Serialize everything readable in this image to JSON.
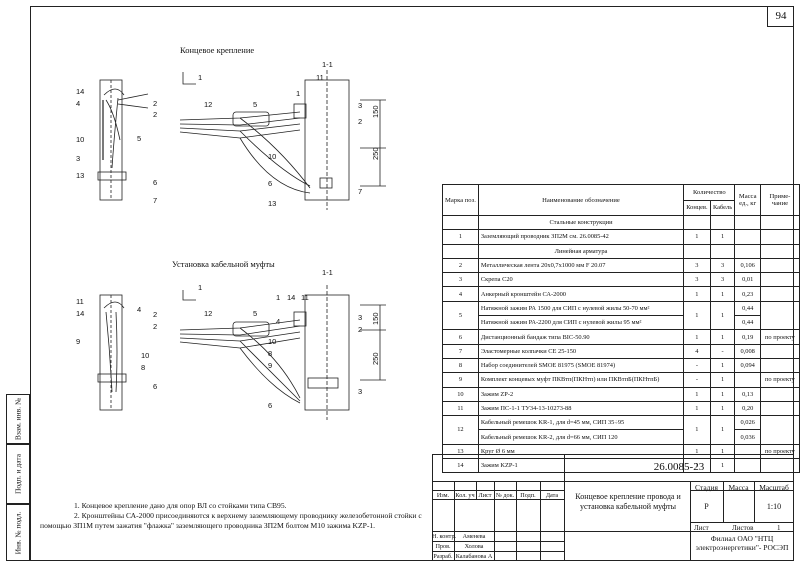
{
  "page": {
    "number": "94"
  },
  "side_stamp": {
    "inv_orig": "Инв. № подл.",
    "sign_date": "Подп. и дата",
    "inv_dup": "Взам. инв. №"
  },
  "sections": {
    "top": "Концевое крепление",
    "bottom": "Установка кабельной муфты"
  },
  "drawing": {
    "cut_label": "1-1",
    "arrow_label": "1",
    "dims": [
      "150",
      "250"
    ],
    "top_left_callouts": [
      "14",
      "4",
      "2",
      "2",
      "5",
      "10",
      "3",
      "13",
      "6",
      "7"
    ],
    "top_right_callouts": [
      "11",
      "1",
      "12",
      "5",
      "3",
      "2",
      "10",
      "6",
      "13",
      "7"
    ],
    "bottom_left_callouts": [
      "11",
      "14",
      "4",
      "2",
      "2",
      "10",
      "8",
      "9",
      "6"
    ],
    "bottom_right_callouts": [
      "1",
      "14",
      "11",
      "12",
      "5",
      "4",
      "3",
      "2",
      "10",
      "8",
      "9",
      "3",
      "6"
    ]
  },
  "spec_table": {
    "headers": {
      "pos": "Марка поз.",
      "name": "Наименование обозначение",
      "qty": "Количество",
      "qty_a": "Концев.",
      "qty_b": "Кабель",
      "mass": "Масса ед., кг",
      "note": "Приме- чание"
    },
    "rows": [
      {
        "type": "section",
        "name": "Стальные конструкции"
      },
      {
        "pos": "1",
        "name": "Заземляющий проводник ЗП2М см. 26.0085-42",
        "a": "1",
        "b": "1",
        "mass": "",
        "note": ""
      },
      {
        "type": "section",
        "name": "Линейная арматура"
      },
      {
        "pos": "2",
        "name": "Металлическая лента 20х0,7х1000 мм F 20.07",
        "a": "3",
        "b": "3",
        "mass": "0,106",
        "note": ""
      },
      {
        "pos": "3",
        "name": "Скрепа С20",
        "a": "3",
        "b": "3",
        "mass": "0,01",
        "note": ""
      },
      {
        "pos": "4",
        "name": "Анкерный кронштейн СА-2000",
        "a": "1",
        "b": "1",
        "mass": "0,23",
        "note": ""
      },
      {
        "pos": "5",
        "name": "Натяжной зажим РА 1500 для СИП с нулевой жилы 50-70 мм²",
        "name2": "Натяжной зажим РА-2200 для СИП с нулевой жилы 95 мм²",
        "a": "1",
        "b": "1",
        "mass": "0,44",
        "mass2": "0,44",
        "note": ""
      },
      {
        "pos": "6",
        "name": "Дистанционный бандаж типа BIC-50.90",
        "a": "1",
        "b": "1",
        "mass": "0,19",
        "note": "по проекту"
      },
      {
        "pos": "7",
        "name": "Эластомерные колпачки CE 25-150",
        "a": "4",
        "b": "-",
        "mass": "0,008",
        "note": ""
      },
      {
        "pos": "8",
        "name": "Набор соединителей SMOE 81975 (SMOE 81974)",
        "a": "-",
        "b": "1",
        "mass": "0,094",
        "note": ""
      },
      {
        "pos": "9",
        "name": "Комплект концевых муфт ПКВтп(ПКНтп) или ПКВтпБ(ПКНтпБ)",
        "a": "-",
        "b": "1",
        "mass": "",
        "note": "по проекту"
      },
      {
        "pos": "10",
        "name": "Зажим ZP-2",
        "a": "1",
        "b": "1",
        "mass": "0,13",
        "note": ""
      },
      {
        "pos": "11",
        "name": "Зажим ПС-1-1 ТУ34-13-10273-88",
        "a": "1",
        "b": "1",
        "mass": "0,20",
        "note": ""
      },
      {
        "pos": "12",
        "name": "Кабельный ремешок KR-1, для d=45 мм, СИП 35÷95",
        "name2": "Кабельный ремешок KR-2, для d=66 мм, СИП 120",
        "a": "1",
        "b": "1",
        "mass": "0,026",
        "mass2": "0,036",
        "note": ""
      },
      {
        "pos": "13",
        "name": "Круг Ø 6 мм",
        "a": "1",
        "b": "1",
        "mass": "",
        "note": "по проекту"
      },
      {
        "pos": "14",
        "name": "Зажим KZP-1",
        "a": "1",
        "b": "1",
        "mass": "",
        "note": ""
      }
    ]
  },
  "notes": [
    "1. Концевое крепление дано для опор ВЛ со стойками типа СВ95.",
    "2. Кронштейны СА-2000 присоединяются к верхнему заземляющему проводнику железобетонной стойки с помощью ЗП1М путем зажатия \"флажка\" заземляющего проводника ЗП2М болтом М10 зажима KZP-1."
  ],
  "title_block": {
    "code": "26.0085-23",
    "title": "Концевое крепление провода и установка кабельной муфты",
    "cols": [
      "Изм.",
      "Кол. уч",
      "Лист",
      "№ док.",
      "Подп.",
      "Дата"
    ],
    "roles": [
      {
        "role": "Н. контр.",
        "name": "Аменева"
      },
      {
        "role": "Пров.",
        "name": "Холова"
      },
      {
        "role": "Разраб.",
        "name": "Калабанова А"
      }
    ],
    "stage_label": "Стадия",
    "mass_label": "Масса",
    "scale_label": "Масштаб",
    "stage": "Р",
    "scale": "1:10",
    "sheet_label": "Лист",
    "sheets_label": "Листов",
    "sheets": "1",
    "org": "Филиал ОАО \"НТЦ электроэнергетики\"- РОСЭП"
  }
}
